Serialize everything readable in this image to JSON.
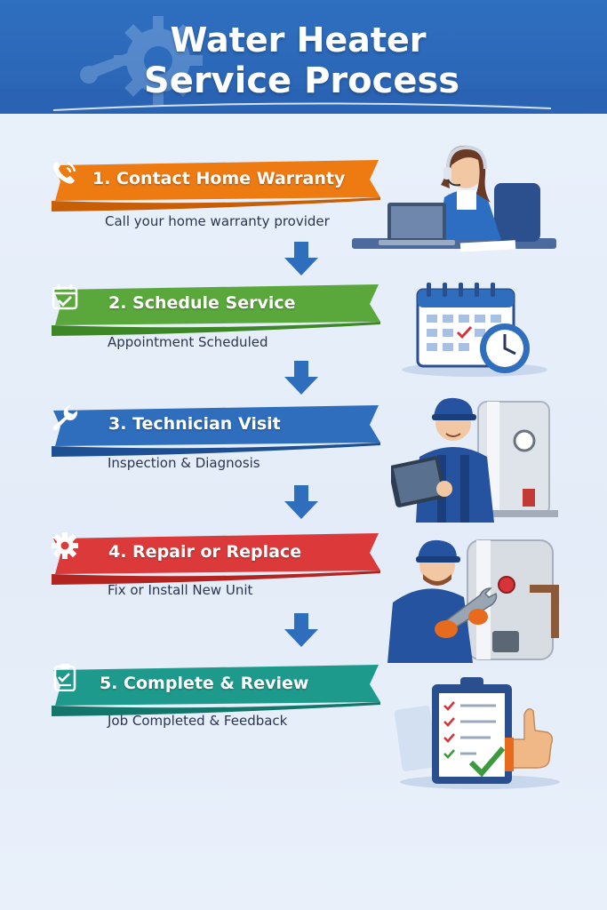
{
  "header": {
    "title_line1": "Water Heater",
    "title_line2": "Service Process"
  },
  "steps": [
    {
      "label": "1. Contact Home Warranty",
      "desc": "Call your home warranty provider",
      "color": "#ee7a12",
      "icon": "phone-icon"
    },
    {
      "label": "2. Schedule Service",
      "desc": "Appointment Scheduled",
      "color": "#5aa83b",
      "icon": "calendar-check-icon"
    },
    {
      "label": "3. Technician Visit",
      "desc": "Inspection & Diagnosis",
      "color": "#2f6dbd",
      "icon": "wrench-icon"
    },
    {
      "label": "4. Repair or Replace",
      "desc": "Fix or Install New Unit",
      "color": "#dc3a3a",
      "icon": "gear-icon"
    },
    {
      "label": "5. Complete & Review",
      "desc": "Job Completed & Feedback",
      "color": "#1e9a8c",
      "icon": "clipboard-check-icon"
    }
  ],
  "colors": {
    "header_blue": "#2f6fc0",
    "arrow_blue": "#2f6dbd",
    "background": "#e6eef9"
  }
}
